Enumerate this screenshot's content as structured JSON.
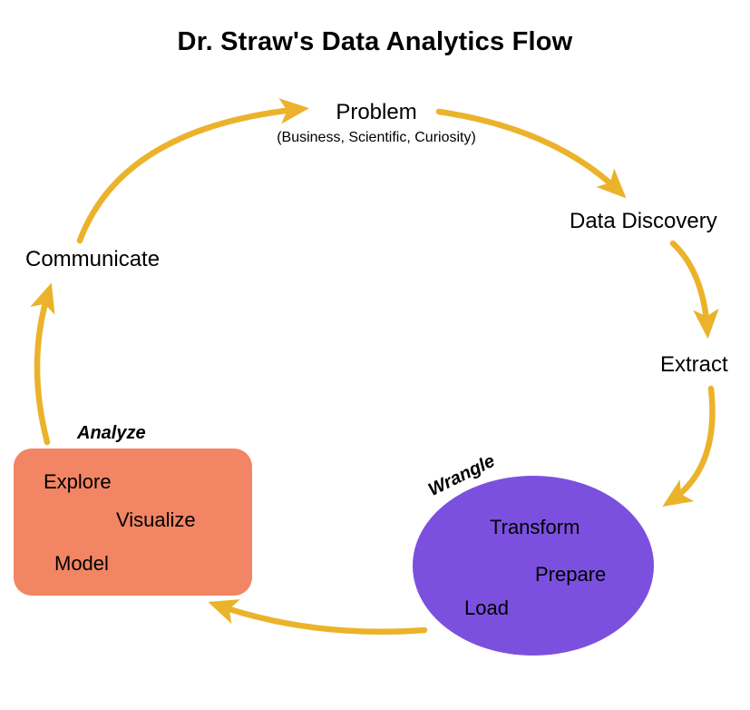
{
  "title": "Dr. Straw's Data Analytics Flow",
  "nodes": {
    "problem": {
      "label": "Problem",
      "subtitle": "(Business, Scientific, Curiosity)"
    },
    "data_discovery": {
      "label": "Data Discovery"
    },
    "extract": {
      "label": "Extract"
    },
    "wrangle": {
      "label": "Wrangle",
      "items": [
        "Transform",
        "Prepare",
        "Load"
      ]
    },
    "analyze": {
      "label": "Analyze",
      "items": [
        "Explore",
        "Visualize",
        "Model"
      ]
    },
    "communicate": {
      "label": "Communicate"
    }
  },
  "colors": {
    "arrow": "#EBB32B",
    "wrangle_fill": "#7C50DF",
    "analyze_fill": "#F28563",
    "text": "#000000"
  }
}
